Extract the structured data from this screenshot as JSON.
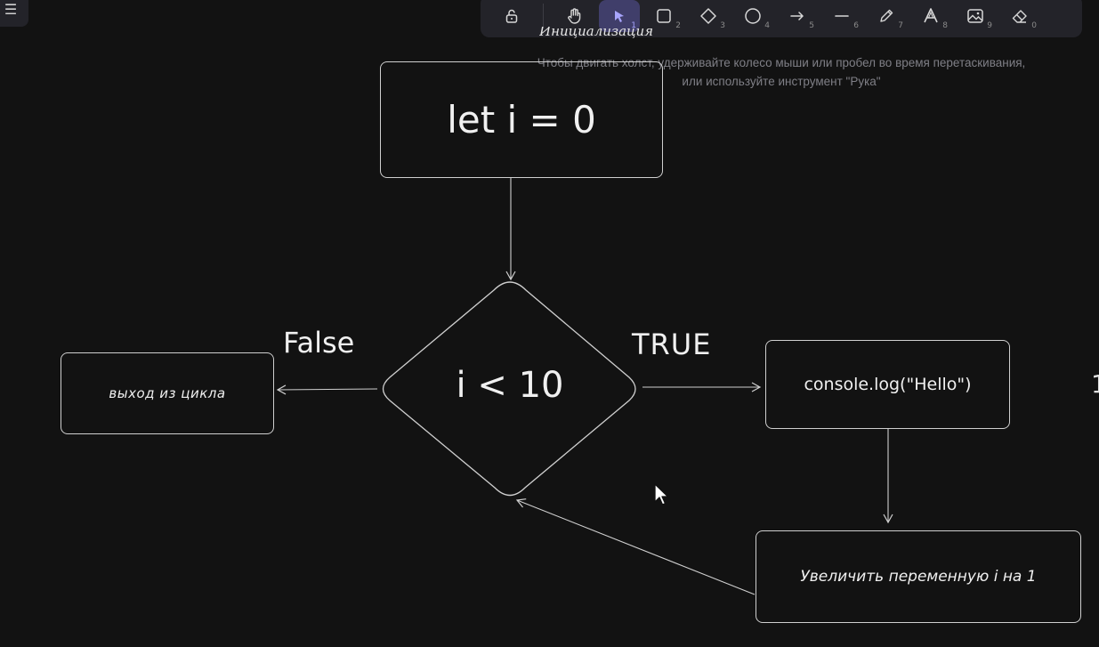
{
  "app": {
    "menu_icon": "hamburger-icon"
  },
  "toolbar": {
    "tools": [
      {
        "name": "lock",
        "icon": "lock-icon",
        "num": ""
      },
      {
        "name": "hand",
        "icon": "hand-icon",
        "num": ""
      },
      {
        "name": "selection",
        "icon": "pointer-icon",
        "num": "1",
        "active": true
      },
      {
        "name": "rectangle",
        "icon": "rectangle-icon",
        "num": "2"
      },
      {
        "name": "diamond",
        "icon": "diamond-icon",
        "num": "3"
      },
      {
        "name": "ellipse",
        "icon": "ellipse-icon",
        "num": "4"
      },
      {
        "name": "arrow",
        "icon": "arrow-icon",
        "num": "5"
      },
      {
        "name": "line",
        "icon": "line-icon",
        "num": "6"
      },
      {
        "name": "draw",
        "icon": "pencil-icon",
        "num": "7"
      },
      {
        "name": "text",
        "icon": "text-icon",
        "num": "8"
      },
      {
        "name": "image",
        "icon": "image-icon",
        "num": "9"
      },
      {
        "name": "eraser",
        "icon": "eraser-icon",
        "num": "0"
      }
    ],
    "accent_color": "#403e6a"
  },
  "hint": {
    "title": "Инициализация",
    "line1": "Чтобы двигать холст, удерживайте колесо мыши или пробел во время перетаскивания,",
    "line2": "или используйте инструмент \"Рука\""
  },
  "flowchart": {
    "init": "let i = 0",
    "condition": "i < 10",
    "false_label": "False",
    "true_label": "TRUE",
    "exit": "выход из цикла",
    "body": "console.log(\"Hello\")",
    "increment": "Увеличить переменную i на 1",
    "edge_glyph": "1"
  },
  "colors": {
    "background": "#121212",
    "stroke": "#cfcfcf",
    "toolbar": "#232329"
  }
}
